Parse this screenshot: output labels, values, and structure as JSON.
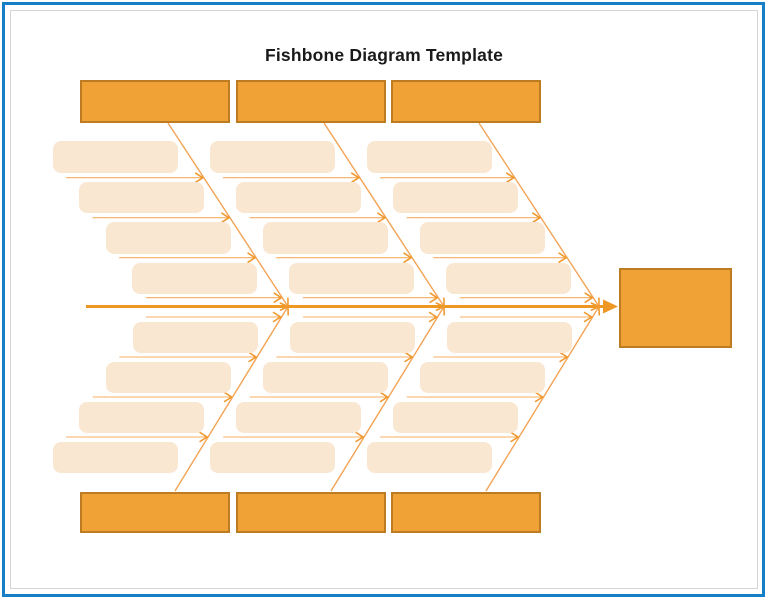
{
  "title": "Fishbone Diagram Template",
  "colors": {
    "frame_outer_blue": "#147FC6",
    "frame_inner_gray": "#D5D5D5",
    "title_text": "#1A1A1A",
    "category_fill": "#F0A236",
    "category_border": "#BD7B22",
    "cause_fill": "#FAE7D2",
    "branch_line": "#F3A355",
    "cause_arrow_line": "#F5AE63",
    "arrowhead": "#F0992F",
    "spine_line": "#EE9722"
  },
  "diagram": {
    "effect_box": {
      "label": ""
    },
    "top_category_boxes": [
      {
        "label": ""
      },
      {
        "label": ""
      },
      {
        "label": ""
      }
    ],
    "bottom_category_boxes": [
      {
        "label": ""
      },
      {
        "label": ""
      },
      {
        "label": ""
      }
    ],
    "branches": [
      {
        "id": "top-1",
        "causes": [
          "",
          "",
          "",
          ""
        ]
      },
      {
        "id": "top-2",
        "causes": [
          "",
          "",
          "",
          ""
        ]
      },
      {
        "id": "top-3",
        "causes": [
          "",
          "",
          "",
          ""
        ]
      },
      {
        "id": "bottom-1",
        "causes": [
          "",
          "",
          "",
          ""
        ]
      },
      {
        "id": "bottom-2",
        "causes": [
          "",
          "",
          "",
          ""
        ]
      },
      {
        "id": "bottom-3",
        "causes": [
          "",
          "",
          "",
          ""
        ]
      }
    ]
  }
}
